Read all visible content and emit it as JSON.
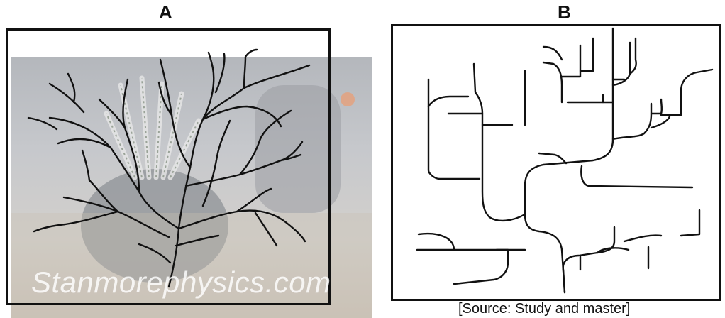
{
  "panels": [
    {
      "label": "A"
    },
    {
      "label": "B"
    }
  ],
  "watermark": "Stanmorephysics.com",
  "source": "[Source: Study and master]"
}
